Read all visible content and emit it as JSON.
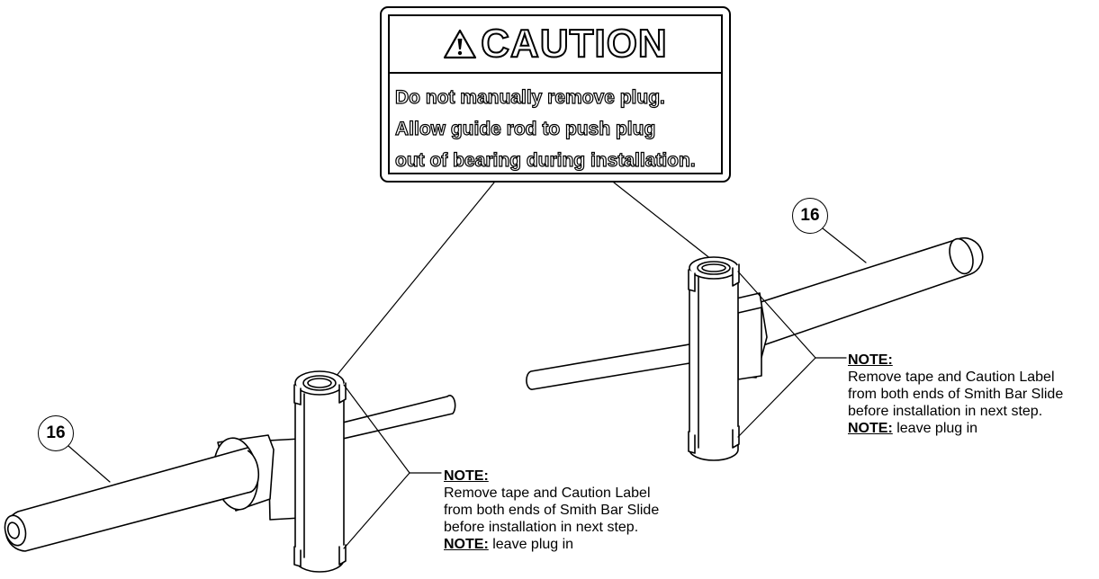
{
  "caution_label": {
    "title": "CAUTION",
    "lines": [
      "Do not manually remove plug.",
      "Allow guide rod to push plug",
      "out of bearing during installation."
    ]
  },
  "callouts": {
    "left": "16",
    "right": "16"
  },
  "notes": {
    "left": {
      "heading": "NOTE:",
      "lines": [
        "Remove tape and Caution Label",
        "from both ends of Smith Bar Slide",
        "before installation in next step."
      ],
      "footer_heading": "NOTE:",
      "footer_text": " leave plug in"
    },
    "right": {
      "heading": "NOTE:",
      "lines": [
        "Remove tape and Caution Label",
        "from both ends of Smith Bar Slide",
        "before installation in next step."
      ],
      "footer_heading": "NOTE:",
      "footer_text": " leave plug in"
    }
  }
}
